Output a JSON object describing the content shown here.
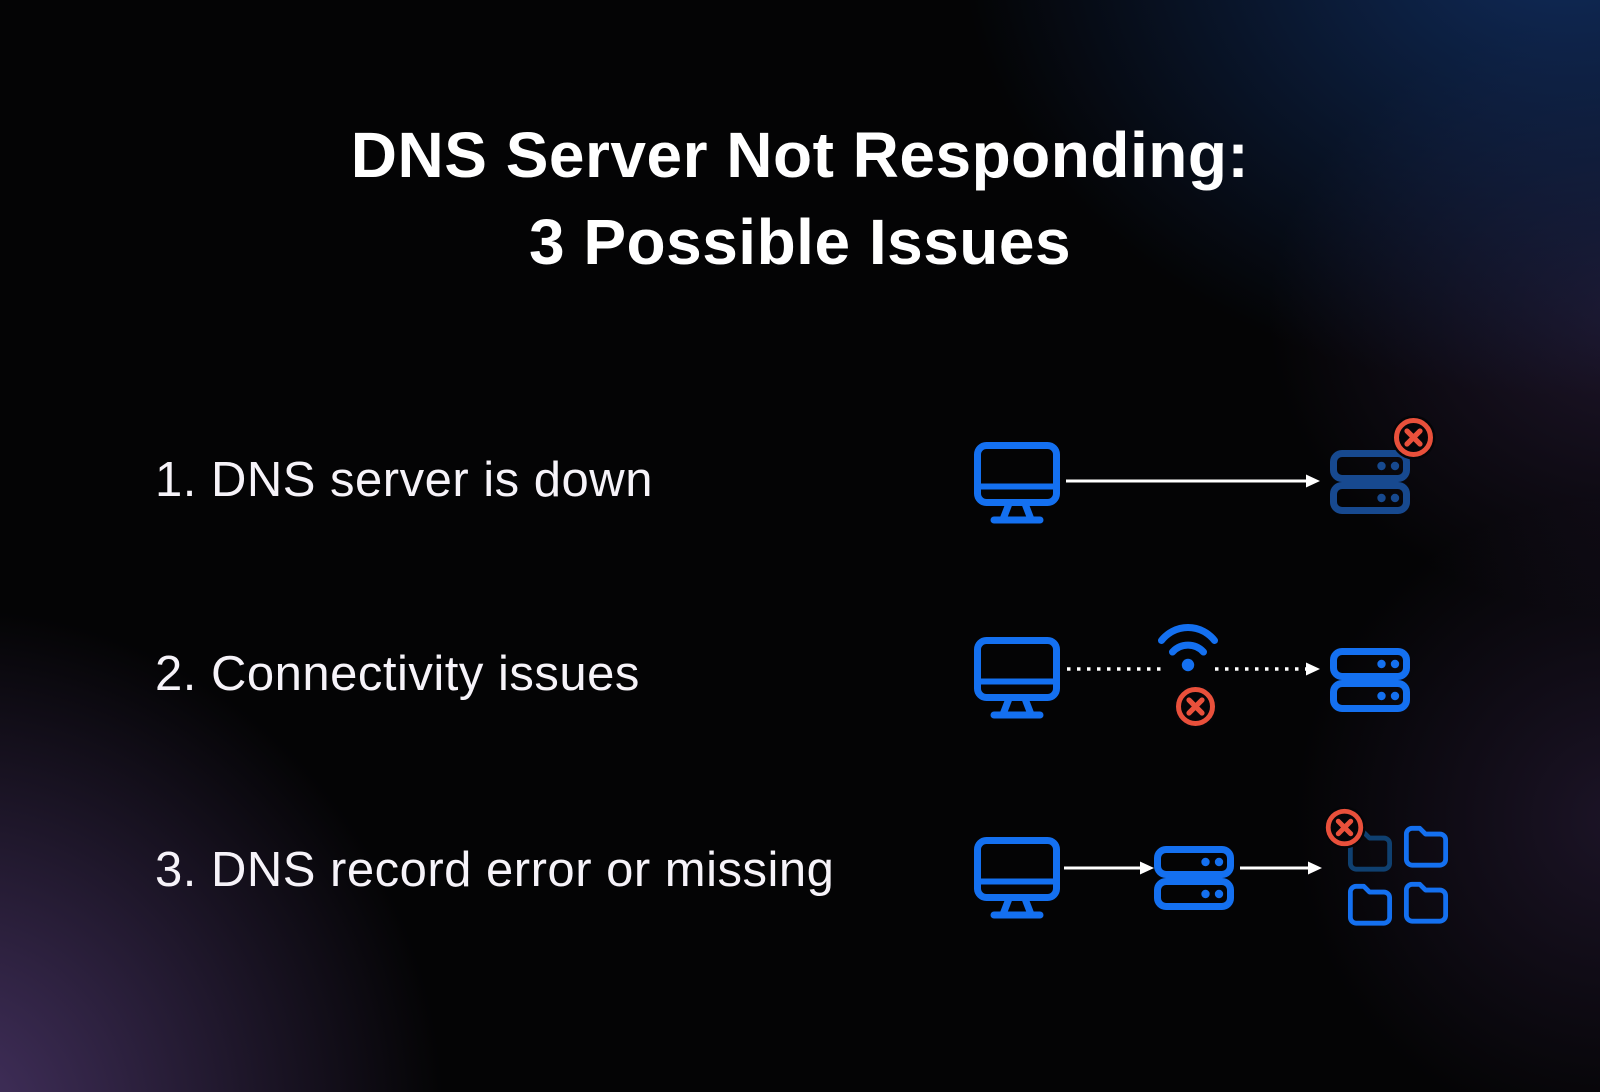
{
  "title": {
    "line1": "DNS Server Not Responding:",
    "line2": "3 Possible Issues"
  },
  "issues": [
    {
      "label": "1. DNS server is down",
      "icons": [
        "computer-icon",
        "arrow-right",
        "server-down-icon",
        "error-x-badge"
      ]
    },
    {
      "label": "2. Connectivity issues",
      "icons": [
        "computer-icon",
        "dotted-line",
        "wifi-icon",
        "error-x-badge",
        "dotted-arrow-right",
        "server-icon"
      ]
    },
    {
      "label": "3. DNS record error or missing",
      "icons": [
        "computer-icon",
        "arrow-right",
        "server-icon",
        "arrow-right",
        "folder-missing-icon",
        "folder-icon",
        "folder-icon",
        "folder-icon",
        "error-x-badge"
      ]
    }
  ],
  "colors": {
    "background": "#040405",
    "icon_blue": "#1470f0",
    "icon_blue_dim": "#17498f",
    "folder_dim": "#0f4070",
    "error_red": "#e9503b",
    "arrow_white": "#ffffff",
    "text_white": "#f6f3f9"
  }
}
